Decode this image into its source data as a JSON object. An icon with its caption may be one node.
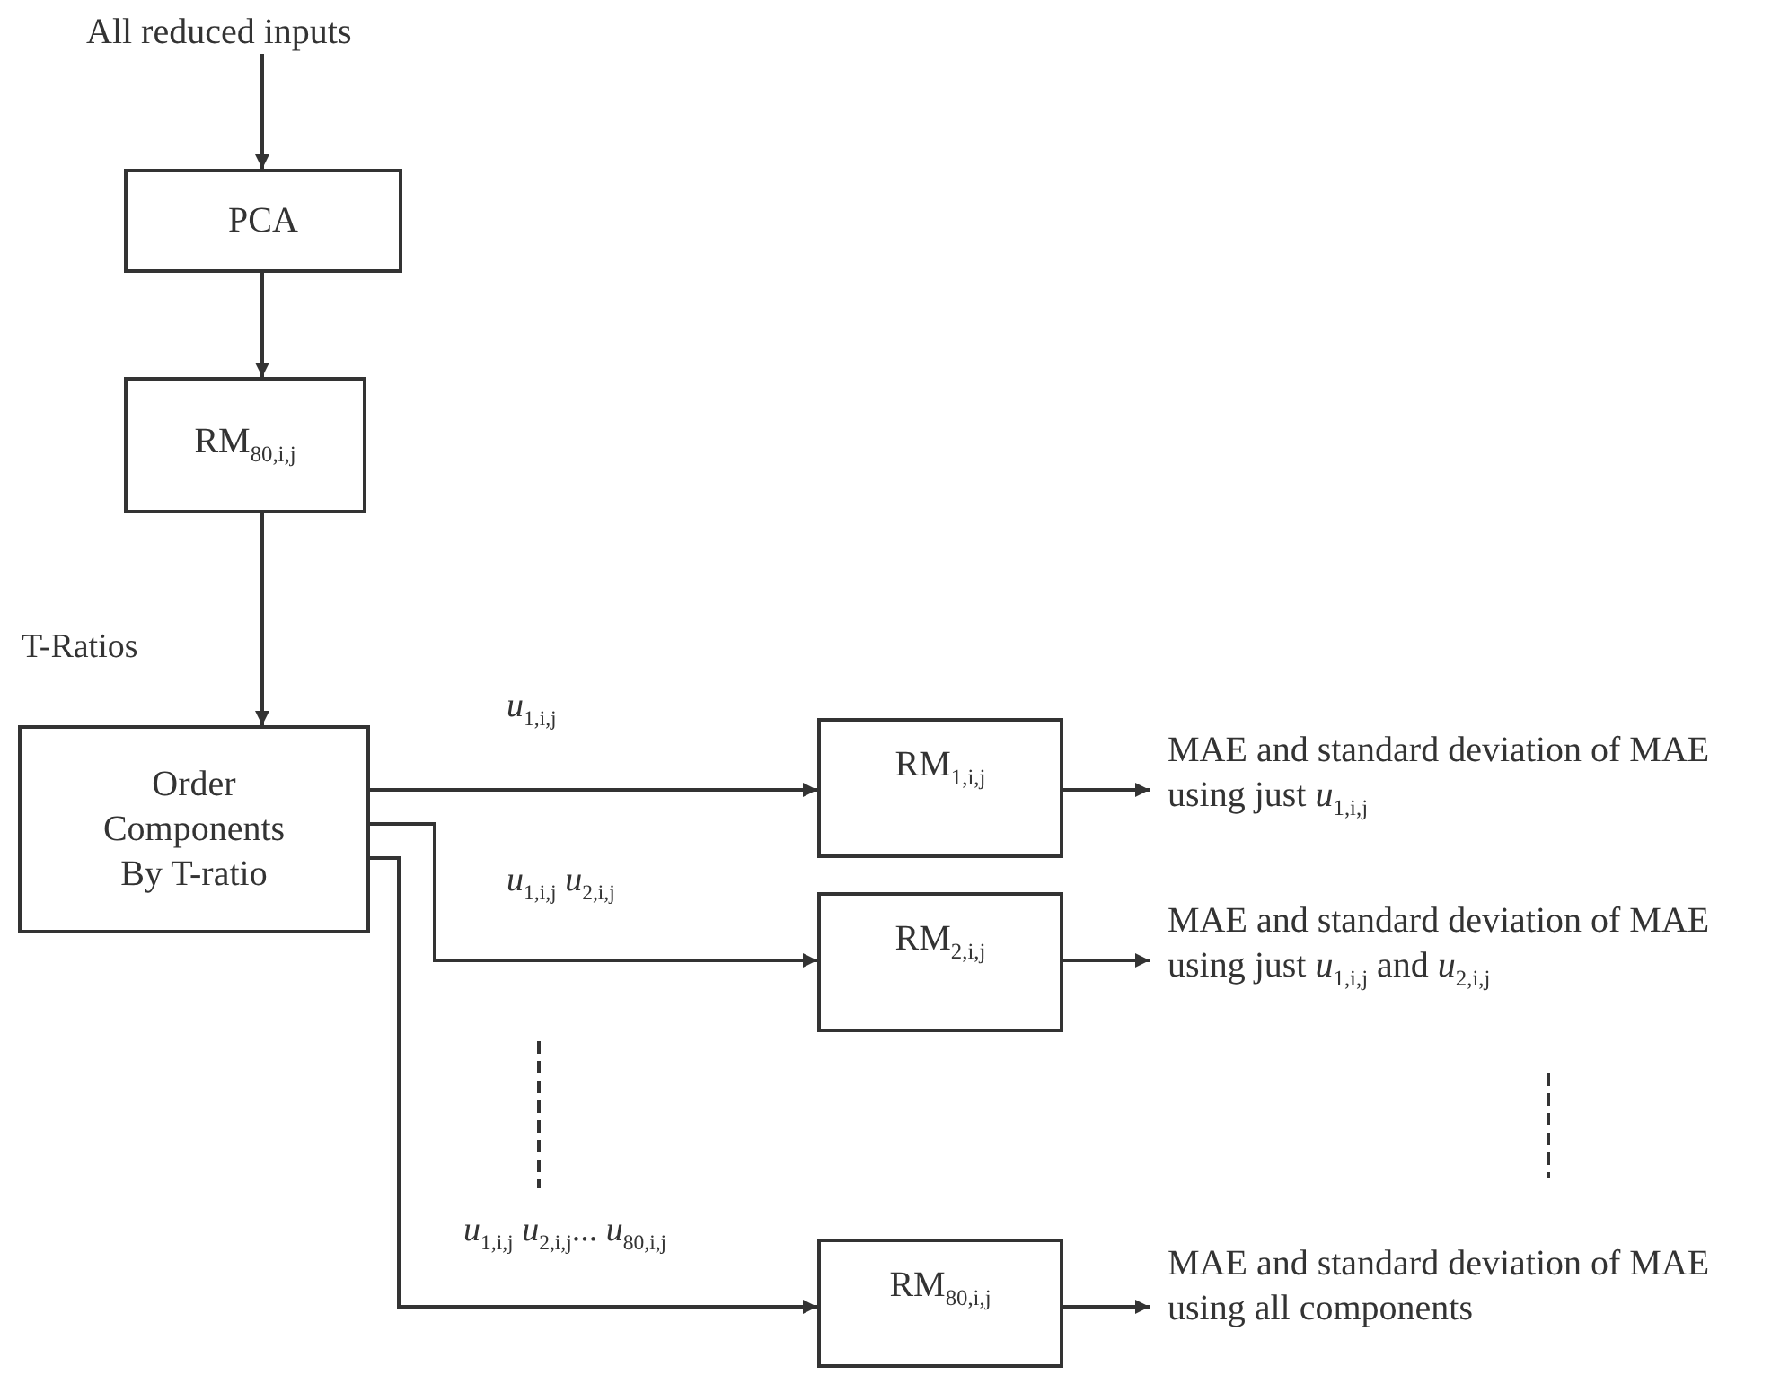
{
  "diagram": {
    "nodes": [
      {
        "text": [
          "All reduced inputs"
        ]
      },
      {
        "text": [
          "PCA"
        ]
      },
      {
        "text": [
          "RM$_{80,i,j}$"
        ]
      },
      {
        "text": [
          "Order Components By T-ratio"
        ]
      },
      {
        "text": [
          "RM$_{1,i,j}$"
        ]
      },
      {
        "text": [
          "RM$_{2,i,j}$"
        ]
      },
      {
        "text": [
          "RM$_{80,i,j}$"
        ]
      },
      {
        "text": [
          "MAE and standard deviation of MAE using just *u*$_{1,i,j}$"
        ]
      },
      {
        "text": [
          "MAE and standard deviation of MAE using just *u*$_{1,i,j}$ and *u*$_{2,i,j}$"
        ]
      },
      {
        "text": [
          "MAE and standard deviation of MAE using all components"
        ]
      }
    ],
    "edges": [
      {
        "from": 0,
        "to": 1,
        "arrow": "to"
      },
      {
        "from": 1,
        "to": 2,
        "arrow": "to"
      },
      {
        "from": 2,
        "to": 3,
        "arrow": "to",
        "label": "T-Ratios"
      },
      {
        "from": 3,
        "to": 4,
        "arrow": "to",
        "label": "*u*$_{1,i,j}$"
      },
      {
        "from": 3,
        "to": 5,
        "arrow": "to",
        "label": "*u*$_{1,i,j}$ *u*$_{2,i,j}$"
      },
      {
        "from": 3,
        "to": 6,
        "arrow": "to",
        "label": "*u*$_{1,i,j}$ *u*$_{2,i,j}$... *u*$_{80,i,j}$"
      },
      {
        "from": 4,
        "to": 7,
        "arrow": "to"
      },
      {
        "from": 5,
        "to": 8,
        "arrow": "to"
      },
      {
        "from": 6,
        "to": 9,
        "arrow": "to"
      }
    ]
  }
}
